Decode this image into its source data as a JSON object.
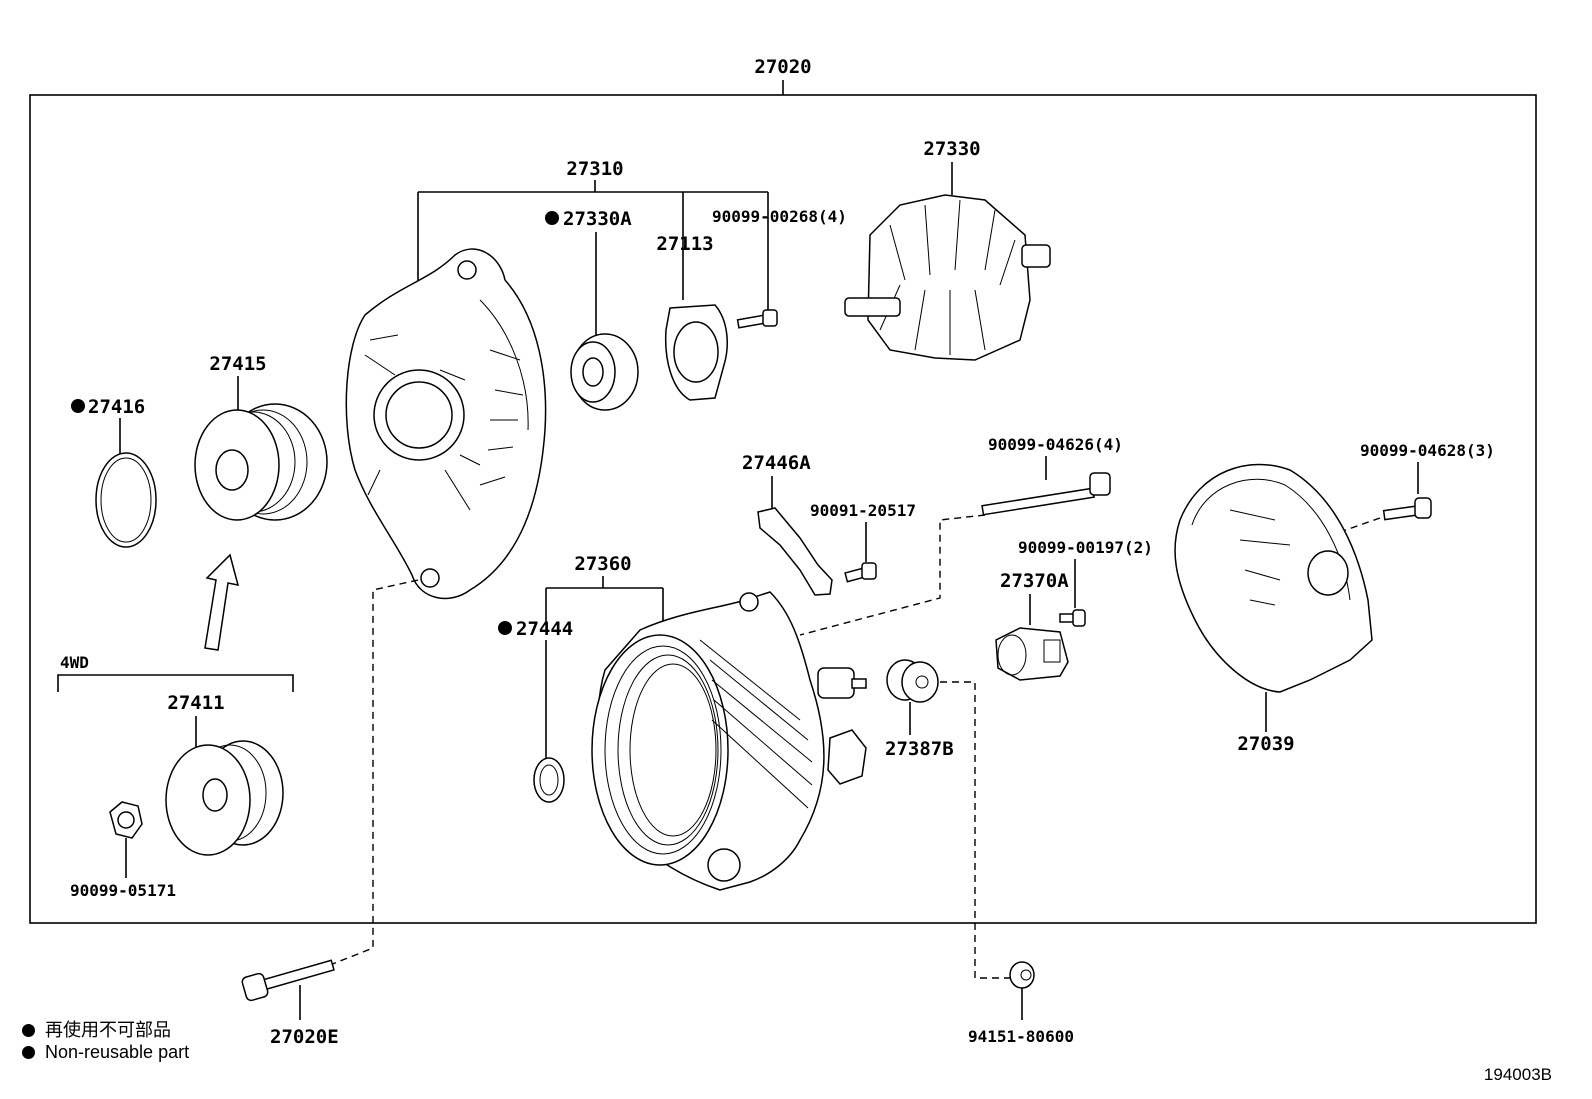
{
  "diagram": {
    "assembly_label": "27020",
    "labels": {
      "l27310": "27310",
      "l27330A": "27330A",
      "l27113": "27113",
      "l90099_00268": "90099-00268(4)",
      "l27330": "27330",
      "l27415": "27415",
      "l27416": "27416",
      "l27446A": "27446A",
      "l90099_04626": "90099-04626(4)",
      "l90099_04628": "90099-04628(3)",
      "l90091_20517": "90091-20517",
      "l90099_00197": "90099-00197(2)",
      "l27370A": "27370A",
      "l27360": "27360",
      "l27444": "27444",
      "l27387B": "27387B",
      "l27039": "27039",
      "l4WD": "4WD",
      "l27411": "27411",
      "l90099_05171": "90099-05171",
      "l27020E": "27020E",
      "l94151_80600": "94151-80600"
    },
    "non_reusable_marked": [
      "27330A",
      "27416",
      "27444"
    ]
  },
  "legend": {
    "japanese": "再使用不可部品",
    "english": "Non-reusable part"
  },
  "figure_code": "194003B"
}
